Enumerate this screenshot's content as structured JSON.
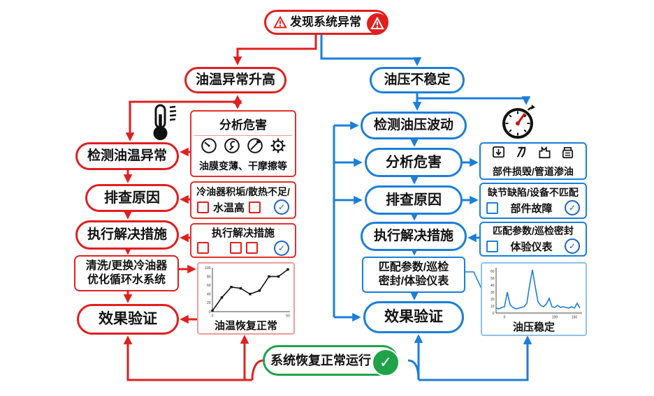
{
  "colors": {
    "red": "#e01f1f",
    "blue": "#1b7ed9",
    "green": "#1fa24a",
    "ink": "#111111"
  },
  "start": {
    "label": "发现系统异常"
  },
  "left_flow": {
    "entry": "油温异常升高",
    "detect": "检测油温异常",
    "cause": "排查原因",
    "solve": "执行解决措施",
    "action_line1": "清洗/更换冷油器",
    "action_line2": "优化循环水系统",
    "verify": "效果验证"
  },
  "left_panel": {
    "hazard_title": "分析危害",
    "hazard_caption": "油膜变薄、干摩擦等",
    "cause_line1": "冷油器积垢/散热不足/",
    "cause_line2": "水温高",
    "solution_title": "执行解决措施"
  },
  "right_flow": {
    "entry": "油压不稳定",
    "detect": "检测油压波动",
    "hazard": "分析危害",
    "cause": "排查原因",
    "solve": "执行解决措施",
    "action_line1": "匹配参数/巡检",
    "action_line2": "密封/体验仪表",
    "verify": "效果验证"
  },
  "right_panel": {
    "hazard_caption": "部件损毁/管道渗油",
    "cause_line1": "缺节缺陷/设备不匹配",
    "cause_line2": "部件故障",
    "solution_line1": "匹配参数/巡检密封",
    "solution_line2": "体验仪表"
  },
  "end": {
    "label": "系统恢复正常运行"
  },
  "icons": {
    "start_warning": "warning-triangle-icon",
    "start_badge": "alert-badge-icon",
    "left_symbol": "thermometer-icon",
    "right_symbol": "pressure-gauge-icon",
    "hazard_icons": [
      "dashboard-icon",
      "wrench-circle-icon",
      "hammer-circle-icon",
      "gear-icon"
    ],
    "damage_icons": [
      "monitor-arrow-icon",
      "lever-icon",
      "broken-gear-icon",
      "sealed-container-icon"
    ],
    "check": "check-circle-icon",
    "success": "success-check-icon"
  },
  "chart_data": [
    {
      "id": "oil-temp-recovery",
      "type": "line",
      "title": "油温恢复正常",
      "x": [
        0,
        1,
        2,
        3,
        4,
        5,
        6,
        7,
        8
      ],
      "values": [
        2,
        32,
        56,
        53,
        40,
        48,
        80,
        80,
        96
      ],
      "ylim": [
        0,
        100
      ],
      "yticks": [
        0,
        20,
        40,
        60,
        80,
        100
      ],
      "xticks": [
        {
          "pos": 0,
          "label": "0"
        },
        {
          "pos": 8,
          "label": "50"
        }
      ],
      "color": "#111111",
      "markers": true,
      "grid": false,
      "legend": "none"
    },
    {
      "id": "oil-pressure-stable",
      "type": "line",
      "title": "油压稳定",
      "values": [
        7,
        6,
        8,
        9,
        30,
        12,
        8,
        6,
        7,
        8,
        9,
        14,
        40,
        62,
        38,
        16,
        11,
        9,
        13,
        21,
        9,
        8,
        11,
        8,
        9,
        8,
        7,
        9,
        7,
        14,
        7
      ],
      "ylim": [
        0,
        65
      ],
      "yticks": [
        0,
        10,
        20,
        30,
        40,
        50,
        60
      ],
      "xticks": [
        {
          "pos": 3,
          "label": "0"
        },
        {
          "pos": 21,
          "label": "100"
        },
        {
          "pos": 28,
          "label": "150"
        }
      ],
      "color": "#1b7ed9",
      "markers": false,
      "grid": false,
      "legend": "none"
    }
  ]
}
